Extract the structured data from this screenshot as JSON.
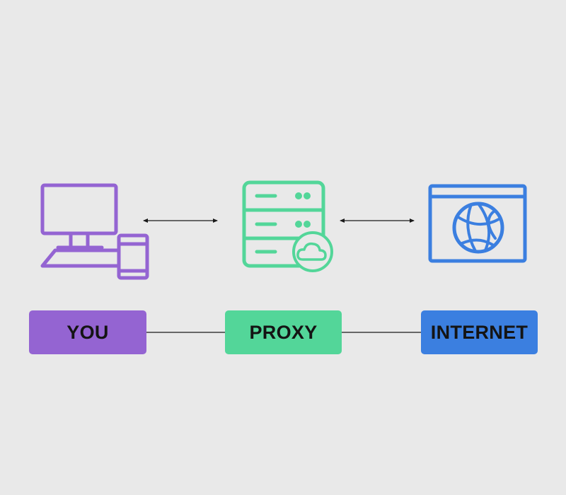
{
  "nodes": [
    {
      "id": "you",
      "label": "YOU",
      "color": "#9464d2",
      "icon": "computer-and-phone-icon"
    },
    {
      "id": "proxy",
      "label": "PROXY",
      "color": "#53d699",
      "icon": "server-cloud-icon"
    },
    {
      "id": "internet",
      "label": "INTERNET",
      "color": "#3b7fe0",
      "icon": "browser-globe-icon"
    }
  ],
  "colors": {
    "background": "#e9e9e9",
    "line": "#1a1a1a"
  }
}
